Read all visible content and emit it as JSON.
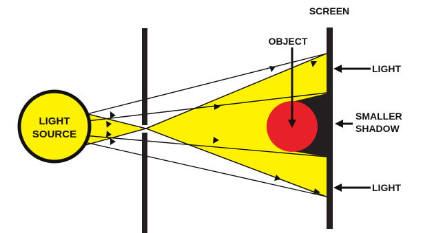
{
  "labels": {
    "screen": "SCREEN",
    "object": "OBJECT",
    "light_top": "LIGHT",
    "light_bottom": "LIGHT",
    "shadow_line1": "SMALLER",
    "shadow_line2": "SHADOW",
    "source_line1": "LIGHT",
    "source_line2": "SOURCE"
  },
  "colors": {
    "light": "#FFF200",
    "object": "#E8202A",
    "shadow": "#231F20",
    "barrier": "#231F20",
    "ink": "#111111"
  }
}
